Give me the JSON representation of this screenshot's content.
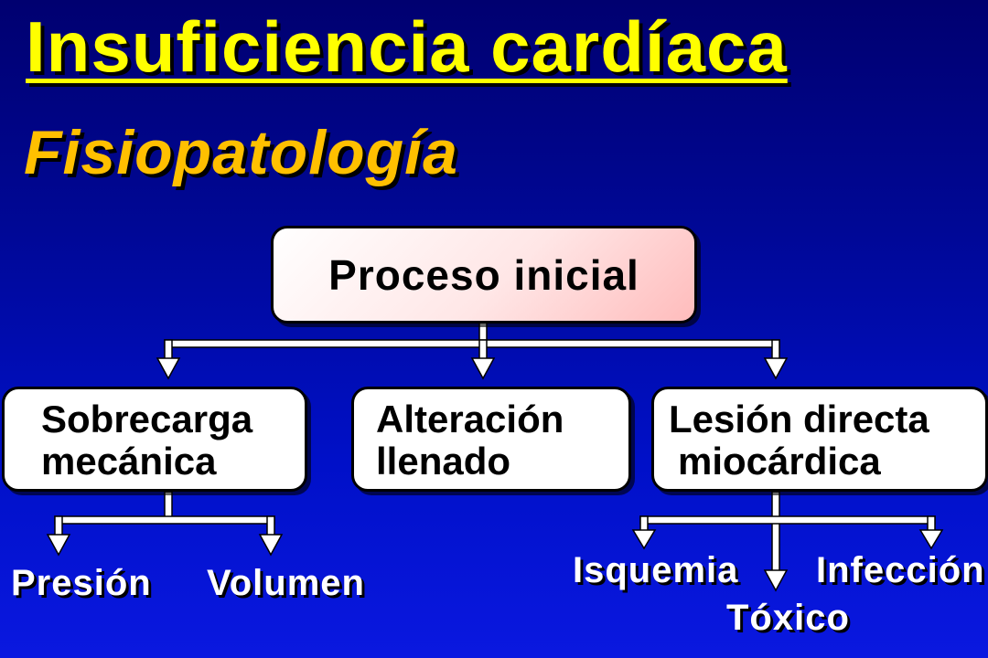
{
  "slide": {
    "title": "Insuficiencia cardíaca",
    "subtitle": "Fisiopatología"
  },
  "diagram": {
    "root": "Proceso inicial",
    "branches": [
      {
        "line1": "Sobrecarga",
        "line2": "mecánica",
        "children": [
          "Presión",
          "Volumen"
        ]
      },
      {
        "line1": "Alteración",
        "line2": "llenado",
        "children": []
      },
      {
        "line1": "Lesión directa",
        "line2": "miocárdica",
        "children": [
          "Isquemia",
          "Infección",
          "Tóxico"
        ]
      }
    ]
  },
  "colors": {
    "background_top": "#000070",
    "background_bottom": "#0a18e0",
    "title": "#ffff00",
    "subtitle": "#ffc000",
    "connector": "#ffffff"
  }
}
